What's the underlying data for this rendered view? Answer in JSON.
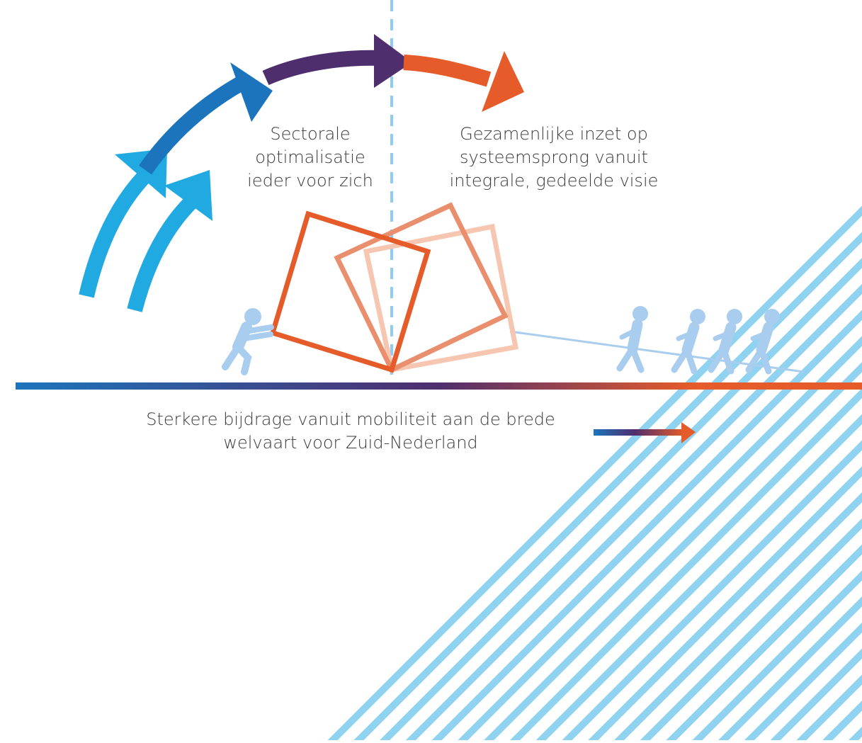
{
  "labels": {
    "sectoral": [
      "Sectorale",
      "optimalisatie",
      "ieder voor zich"
    ],
    "joint": [
      "Gezamenlijke inzet op",
      "systeemsprong vanuit",
      "integrale, gedeelde visie"
    ],
    "outcome": [
      "Sterkere bijdrage vanuit mobiliteit aan de brede",
      "welvaart voor Zuid-Nederland"
    ]
  },
  "colors": {
    "light_blue": "#21a9e1",
    "mid_blue": "#1c75bc",
    "purple": "#4f2e6e",
    "orange": "#e55b2a",
    "person": "#a9cdee",
    "hatch": "#8fd3f0",
    "divider": "#8fcdf0"
  },
  "icons": {
    "pushing_person": "person-pushing-icon",
    "pulling_people": "people-pulling-rope-icon"
  }
}
